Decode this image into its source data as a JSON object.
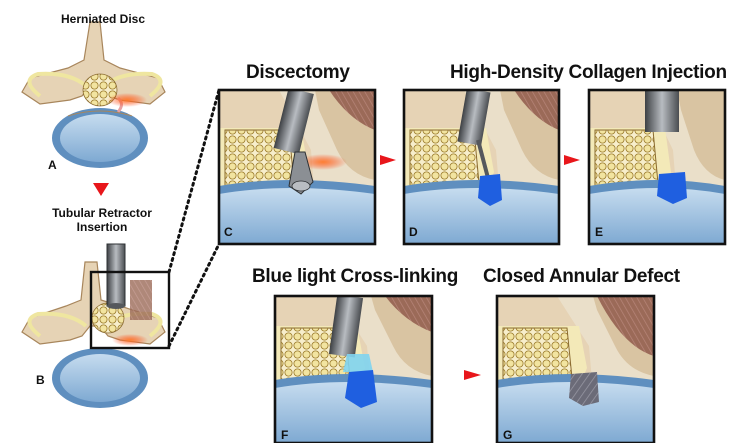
{
  "labels": {
    "herniated_disc": "Herniated Disc",
    "tubular_retractor": "Tubular Retractor",
    "insertion": "Insertion",
    "discectomy": "Discectomy",
    "collagen_injection": "High-Density Collagen Injection",
    "blue_light": "Blue light Cross-linking",
    "closed_defect": "Closed Annular Defect"
  },
  "panel_letters": {
    "a": "A",
    "b": "B",
    "c": "C",
    "d": "D",
    "e": "E",
    "f": "F",
    "g": "G"
  },
  "colors": {
    "arrow": "#e8161b",
    "bone": "#e6d3b5",
    "bone_dark": "#a8865c",
    "disc": "#a9c9e4",
    "disc_dark": "#5f8fbf",
    "nerve": "#f1e6a6",
    "cord": "#f4ecc2",
    "collagen": "#1f5fe0",
    "muscle": "#9b6a58",
    "irritation": "#ff6a2a",
    "tube": "#6b6f74"
  }
}
